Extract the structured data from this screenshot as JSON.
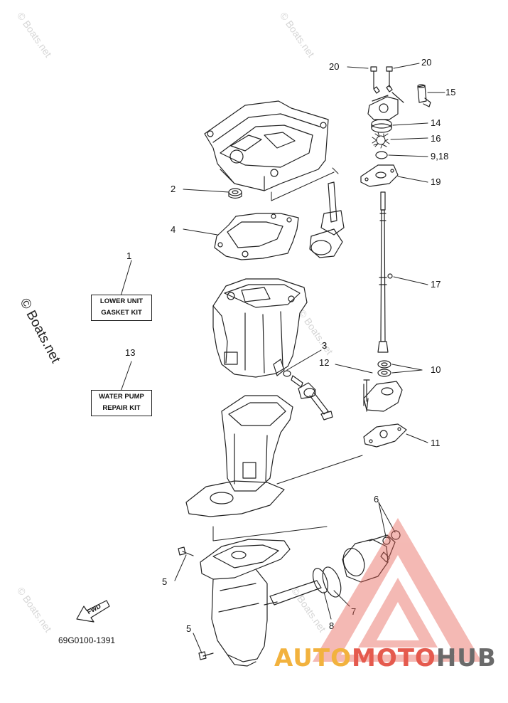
{
  "diagram": {
    "callouts": {
      "c1": "1",
      "c2": "2",
      "c3": "3",
      "c4": "4",
      "c5a": "5",
      "c5b": "5",
      "c6": "6",
      "c7": "7",
      "c8": "8",
      "c9_18": "9,18",
      "c10": "10",
      "c11": "11",
      "c12": "12",
      "c13": "13",
      "c14": "14",
      "c15": "15",
      "c16": "16",
      "c17": "17",
      "c19": "19",
      "c20a": "20",
      "c20b": "20"
    },
    "kits": {
      "lower_unit": {
        "line1": "LOWER UNIT",
        "line2": "GASKET KIT"
      },
      "water_pump": {
        "line1": "WATER PUMP",
        "line2": "REPAIR KIT"
      }
    },
    "fwd_label": "FWD",
    "diagram_code": "69G0100-1391"
  },
  "watermark": {
    "site_text": "© Boats.net",
    "brand": {
      "part1": "AUTO",
      "part2": "MOTO",
      "part3": "HUB"
    }
  },
  "colors": {
    "line": "#222222",
    "watermark_light": "#d6d6d6",
    "brand_yellow": "#f2b23e",
    "brand_red": "#e55a4e",
    "brand_gray": "#6a6a6a"
  }
}
